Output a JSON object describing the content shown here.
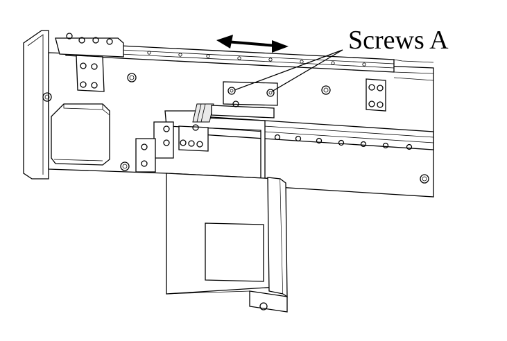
{
  "callout": {
    "label": "Screws A"
  },
  "colors": {
    "line": "#000000",
    "background": "#ffffff",
    "motion_arrow": "#000000"
  },
  "icons": {
    "motion_arrow": "double-headed-arrow",
    "screw": "screw-head",
    "motor": "stepper-motor"
  }
}
